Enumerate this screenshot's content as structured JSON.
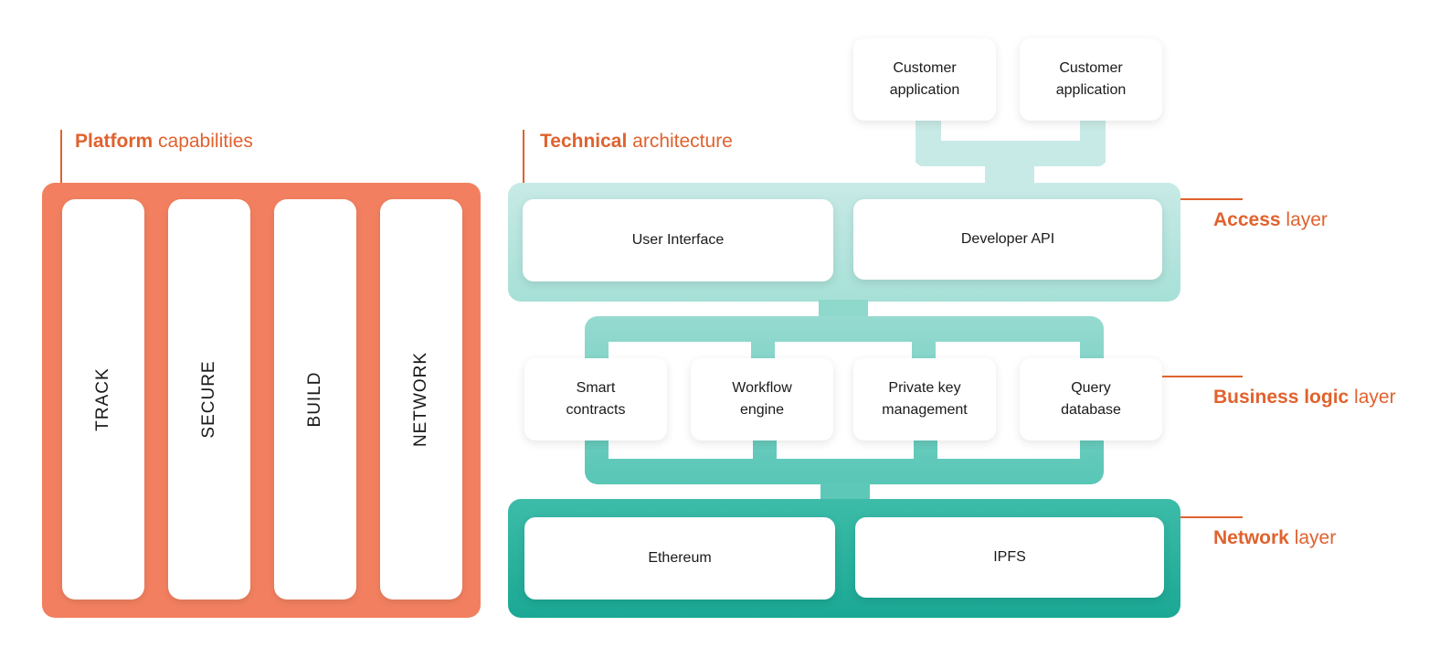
{
  "platform": {
    "heading_bold": "Platform",
    "heading_rest": " capabilities",
    "pillars": [
      "TRACK",
      "SECURE",
      "BUILD",
      "NETWORK"
    ]
  },
  "architecture": {
    "heading_bold": "Technical",
    "heading_rest": " architecture",
    "customer_apps": [
      {
        "line1": "Customer",
        "line2": "application"
      },
      {
        "line1": "Customer",
        "line2": "application"
      }
    ],
    "access_layer": {
      "label_bold": "Access",
      "label_rest": " layer",
      "items": [
        "User Interface",
        "Developer API"
      ]
    },
    "business_layer": {
      "label_bold": "Business logic",
      "label_rest": " layer",
      "items": [
        {
          "line1": "Smart",
          "line2": "contracts"
        },
        {
          "line1": "Workflow",
          "line2": "engine"
        },
        {
          "line1": "Private key",
          "line2": "management"
        },
        {
          "line1": "Query",
          "line2": "database"
        }
      ]
    },
    "network_layer": {
      "label_bold": "Network",
      "label_rest": " layer",
      "items": [
        "Ethereum",
        "IPFS"
      ]
    }
  },
  "colors": {
    "accent_orange": "#e0622e",
    "platform_panel": "#f28060",
    "teal_light": "#c8eae6",
    "teal_mid": "#8fd8cc",
    "teal_dark": "#1aa894"
  }
}
